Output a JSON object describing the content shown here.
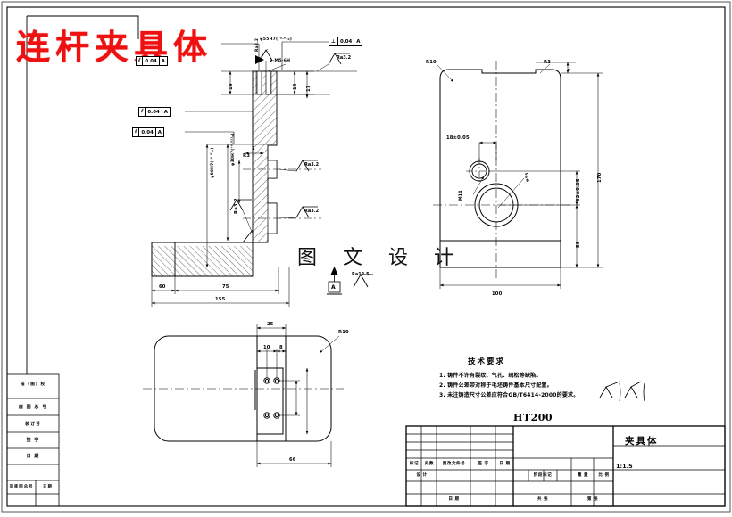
{
  "sheet": {
    "title_red": "连杆夹具体",
    "watermark": "图 文 设 计"
  },
  "tech_req": {
    "heading": "技术要求",
    "lines": [
      "1. 铸件不许有裂纹、气孔、疏松等缺陷。",
      "2. 铸件公差带对称于毛坯铸件基本尺寸配置。",
      "3. 未注铸造尺寸公差应符合GB/T6414-2000的要求。"
    ]
  },
  "title_block": {
    "material": "HT200",
    "part_name": "夹具体",
    "scale_value": "1:1.5",
    "rev_headers": [
      "标记",
      "处数",
      "更改文件号",
      "签 字",
      "日 期"
    ],
    "rows": [
      "设 计",
      "",
      "",
      ""
    ],
    "mid_headers": [
      "阶段标记",
      "重 量",
      "比 例"
    ],
    "bottom_headers": [
      "共 张",
      "第 张"
    ],
    "date_label": "日 期",
    "left_strip": [
      "描 (图) 校",
      "底 图 总 号",
      "装订号",
      "签 字",
      "日 期",
      "旧底图总号",
      "日期"
    ]
  },
  "main_view": {
    "gdt_frames": [
      {
        "symbol": "⫽",
        "tol": "0.04",
        "datum": "A"
      },
      {
        "symbol": "⫽",
        "tol": "0.04",
        "datum": "A"
      },
      {
        "symbol": "⫽",
        "tol": "0.04",
        "datum": "A"
      },
      {
        "symbol": "⊥",
        "tol": "0.04",
        "datum": "A"
      }
    ],
    "callouts": {
      "bore_h7": "φ55H7(⁺⁰·⁰³₀)",
      "thread": "2-M5-6H",
      "bore_d30": "φ30H7(⁺⁰·⁰²¹₀)",
      "bore_d80": "φ80H7(⁺⁰·⁰³₀)",
      "chamfer": "2",
      "r_small": "R3"
    },
    "dims_top": [
      "14",
      "14",
      "17"
    ],
    "dims_bottom": [
      "60",
      "75",
      "155"
    ],
    "datum_label": "A",
    "ra_labels": [
      "Ra3.2",
      "Ra3.2",
      "Ra3.2",
      "Ra3.2",
      "Ra3.2"
    ],
    "general_ra": "Ra12.5"
  },
  "right_view": {
    "radii": [
      "R10",
      "R3"
    ],
    "dims": {
      "hole_offset": "18±0.05",
      "vert_32": "32±0.05",
      "vert_58": "58",
      "height": "170",
      "width": "100",
      "top_3": "3",
      "hole_m": "M14",
      "bore": "φ55"
    }
  },
  "bottom_view": {
    "dims": {
      "top_25": "25",
      "top_10": "10",
      "top_8": "8",
      "width_66": "66",
      "radius": "R10"
    }
  }
}
